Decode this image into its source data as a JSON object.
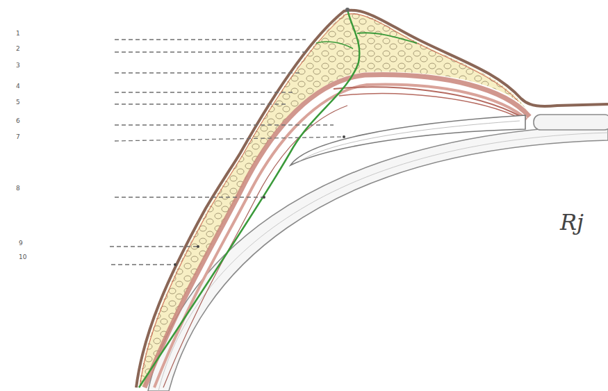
{
  "diagram": {
    "labels": [
      "1",
      "2",
      "3",
      "4",
      "5",
      "6",
      "7",
      "8",
      "9",
      "10",
      "Rj"
    ]
  }
}
